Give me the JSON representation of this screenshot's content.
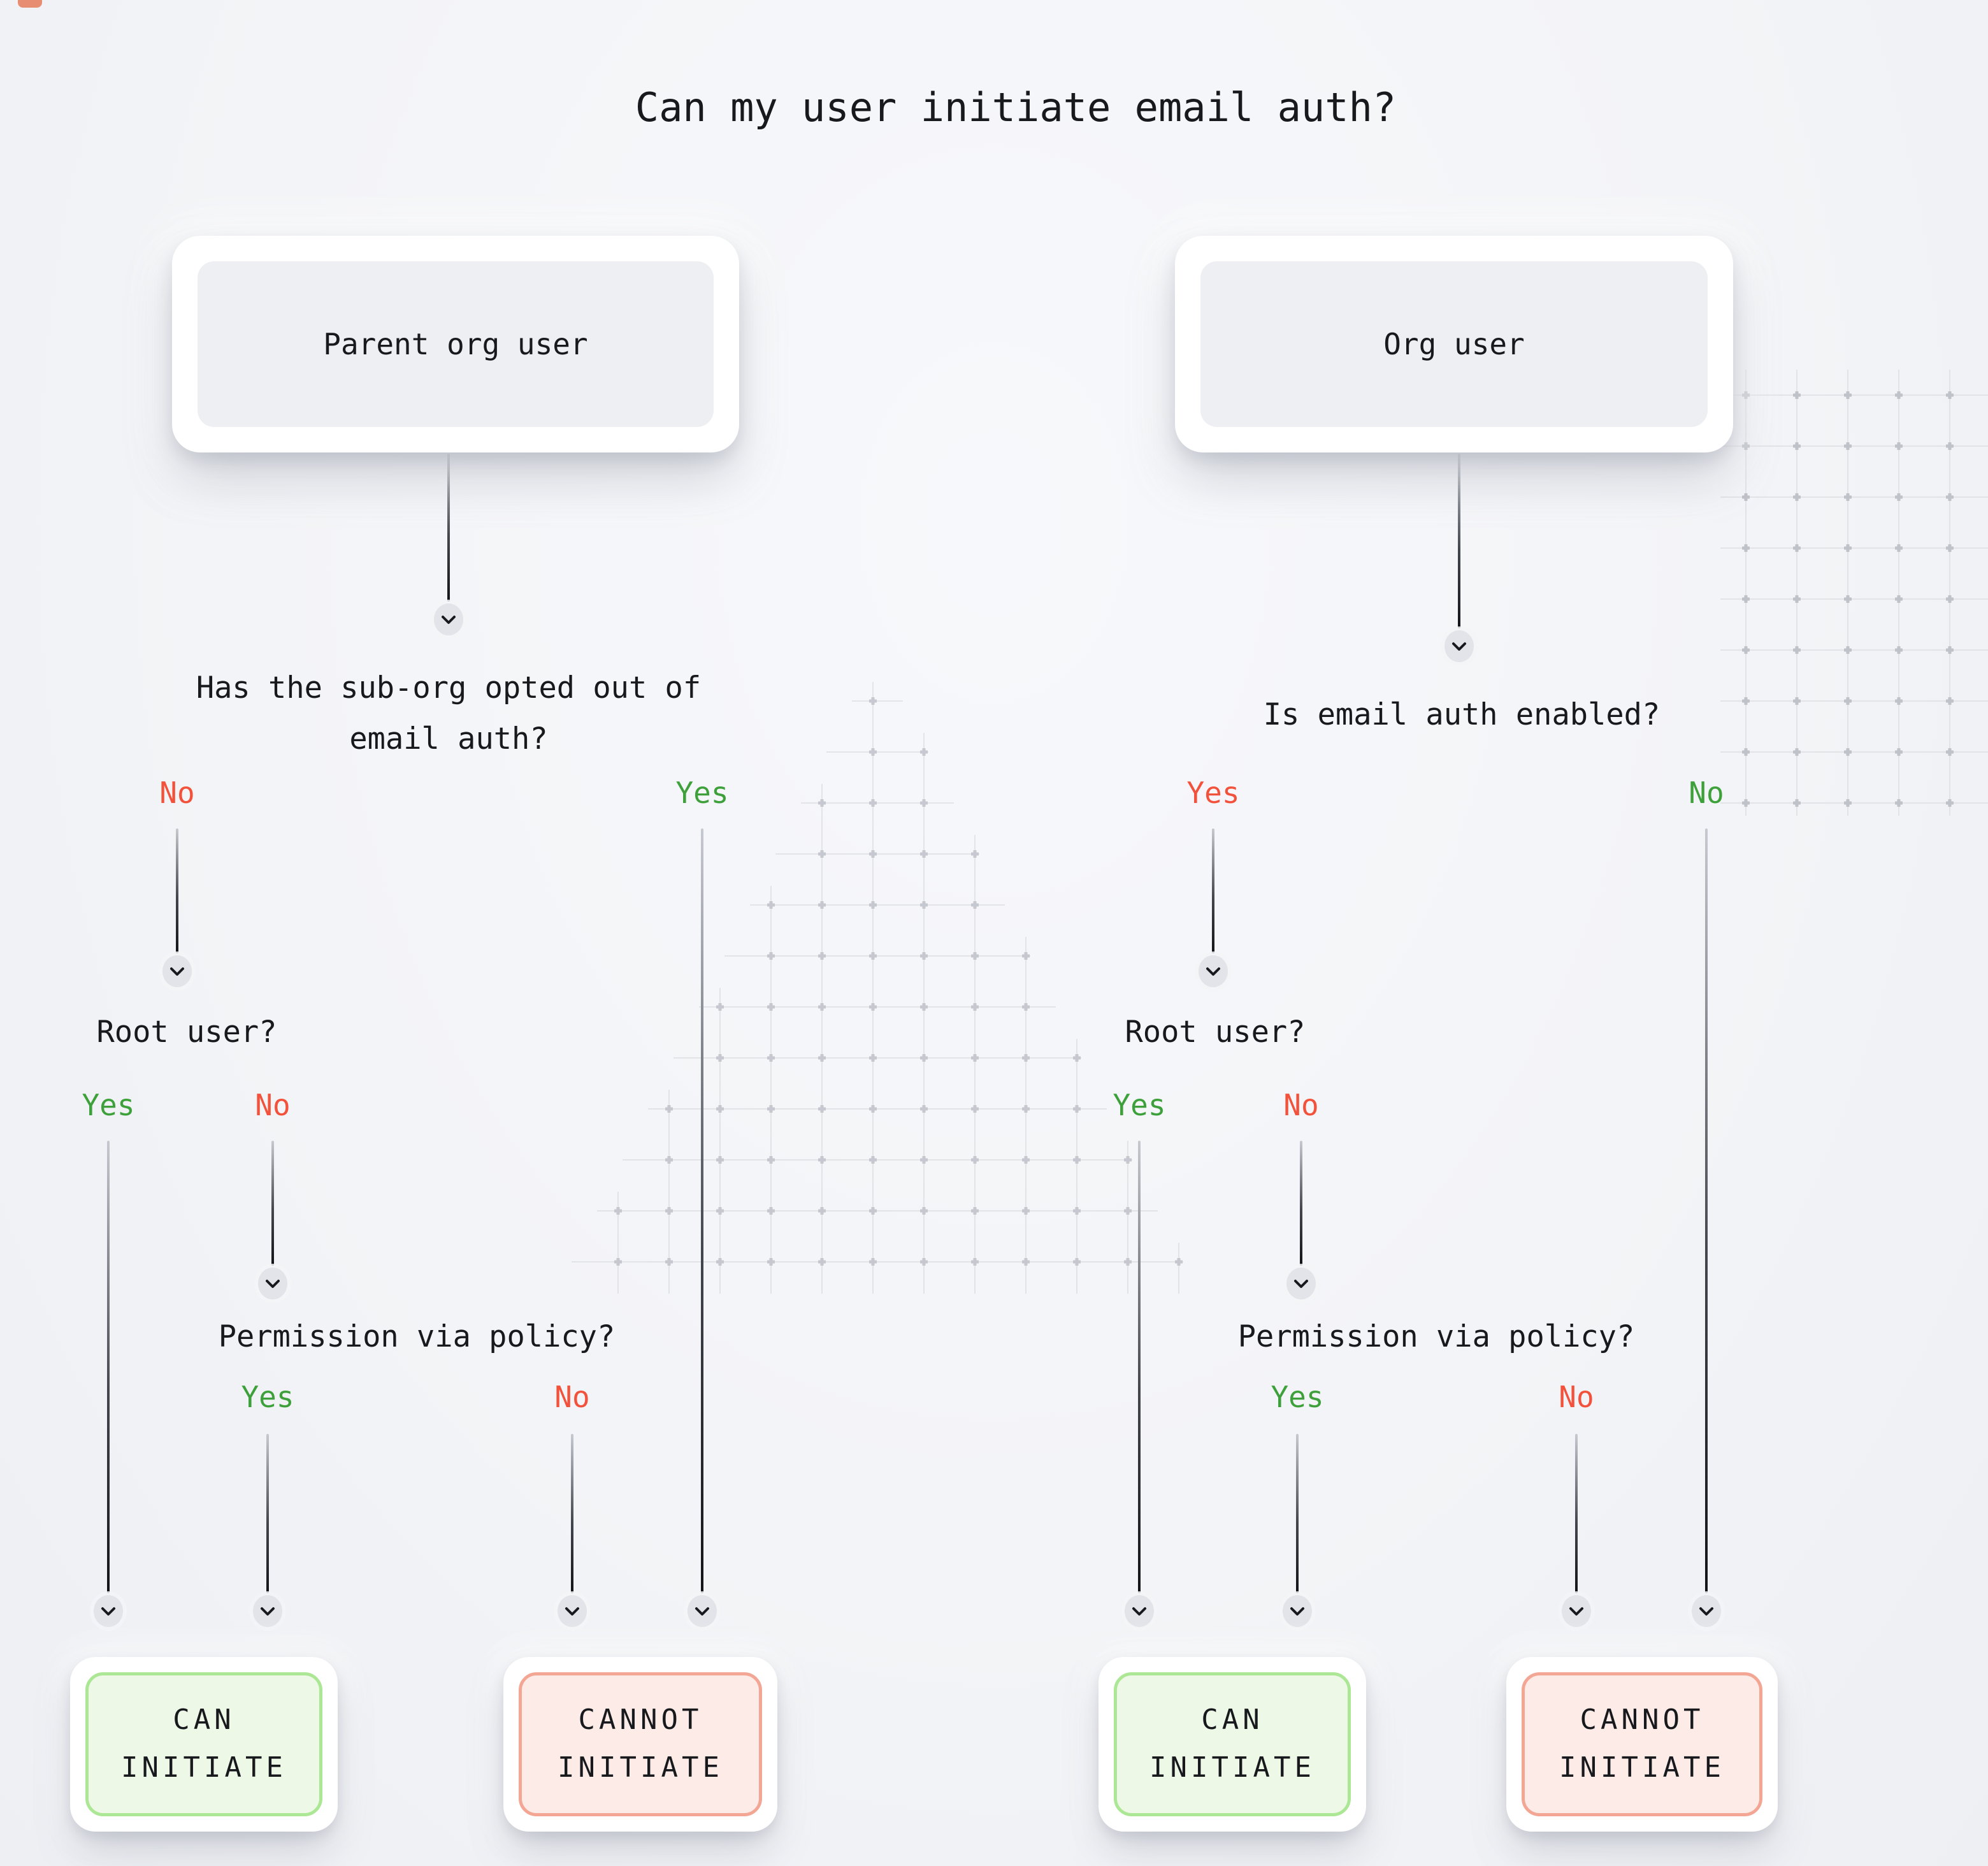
{
  "title": "Can my user initiate email auth?",
  "icons": {
    "chevron_down": "v-shape chevron pointing down"
  },
  "colors": {
    "yes_green": "#3da03a",
    "no_red": "#f2523b",
    "can_bg": "#eef8e7",
    "can_border": "#abe794",
    "cannot_bg": "#fcebe7",
    "cannot_border": "#f3a694",
    "node_bg": "#edeff3",
    "background": "#f3f4f7"
  },
  "left": {
    "box_label": "Parent org user",
    "q1_line1": "Has the sub-org opted out of",
    "q1_line2": "email auth?",
    "q1_no": "No",
    "q1_yes": "Yes",
    "q2": "Root user?",
    "q2_yes": "Yes",
    "q2_no": "No",
    "q3": "Permission via policy?",
    "q3_yes": "Yes",
    "q3_no": "No",
    "outcome_can": "CAN INITIATE",
    "outcome_cannot": "CANNOT INITIATE"
  },
  "right": {
    "box_label": "Org user",
    "q1": "Is email auth enabled?",
    "q1_yes": "Yes",
    "q1_no": "No",
    "q2": "Root user?",
    "q2_yes": "Yes",
    "q2_no": "No",
    "q3": "Permission via policy?",
    "q3_yes": "Yes",
    "q3_no": "No",
    "outcome_can": "CAN INITIATE",
    "outcome_cannot": "CANNOT INITIATE"
  }
}
